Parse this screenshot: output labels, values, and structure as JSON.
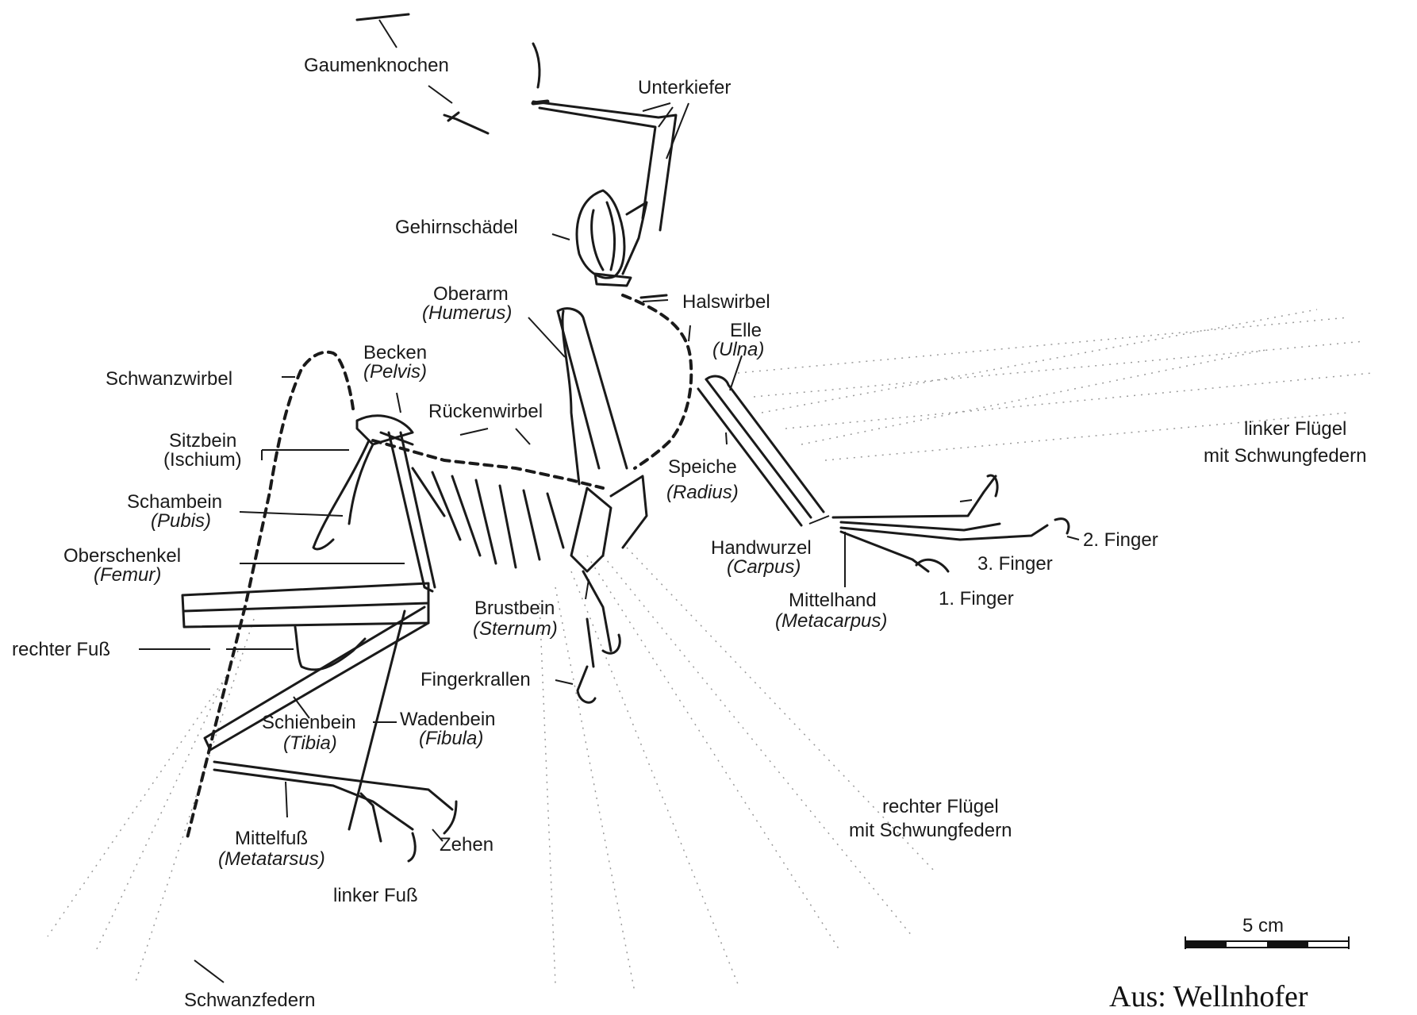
{
  "labels": {
    "gaumenknochen": "Gaumenknochen",
    "unterkiefer": "Unterkiefer",
    "gehirnschaedel": "Gehirnschädel",
    "oberarm": "Oberarm",
    "oberarm_latin": "(Humerus)",
    "halswirbel": "Halswirbel",
    "elle": "Elle",
    "elle_latin": "(Ulna)",
    "becken": "Becken",
    "becken_latin": "(Pelvis)",
    "schwanzwirbel": "Schwanzwirbel",
    "rueckenwirbel": "Rückenwirbel",
    "sitzbein": "Sitzbein",
    "sitzbein_latin": "(Ischium)",
    "speiche": "Speiche",
    "speiche_latin": "(Radius)",
    "linker_fluegel_1": "linker Flügel",
    "linker_fluegel_2": "mit Schwungfedern",
    "schambein": "Schambein",
    "schambein_latin": "(Pubis)",
    "oberschenkel": "Oberschenkel",
    "oberschenkel_latin": "(Femur)",
    "handwurzel": "Handwurzel",
    "handwurzel_latin": "(Carpus)",
    "finger2": "2. Finger",
    "finger3": "3. Finger",
    "finger1": "1. Finger",
    "mittelhand": "Mittelhand",
    "mittelhand_latin": "(Metacarpus)",
    "brustbein": "Brustbein",
    "brustbein_latin": "(Sternum)",
    "rechter_fuss": "rechter Fuß",
    "fingerkrallen": "Fingerkrallen",
    "schienbein": "Schienbein",
    "schienbein_latin": "(Tibia)",
    "wadenbein": "Wadenbein",
    "wadenbein_latin": "(Fibula)",
    "rechter_fluegel_1": "rechter Flügel",
    "rechter_fluegel_2": "mit Schwungfedern",
    "mittelfuss": "Mittelfuß",
    "mittelfuss_latin": "(Metatarsus)",
    "zehen": "Zehen",
    "linker_fuss": "linker Fuß",
    "schwanzfedern": "Schwanzfedern"
  },
  "scale_bar": {
    "label": "5 cm"
  },
  "credit": "Aus: Wellnhofer"
}
